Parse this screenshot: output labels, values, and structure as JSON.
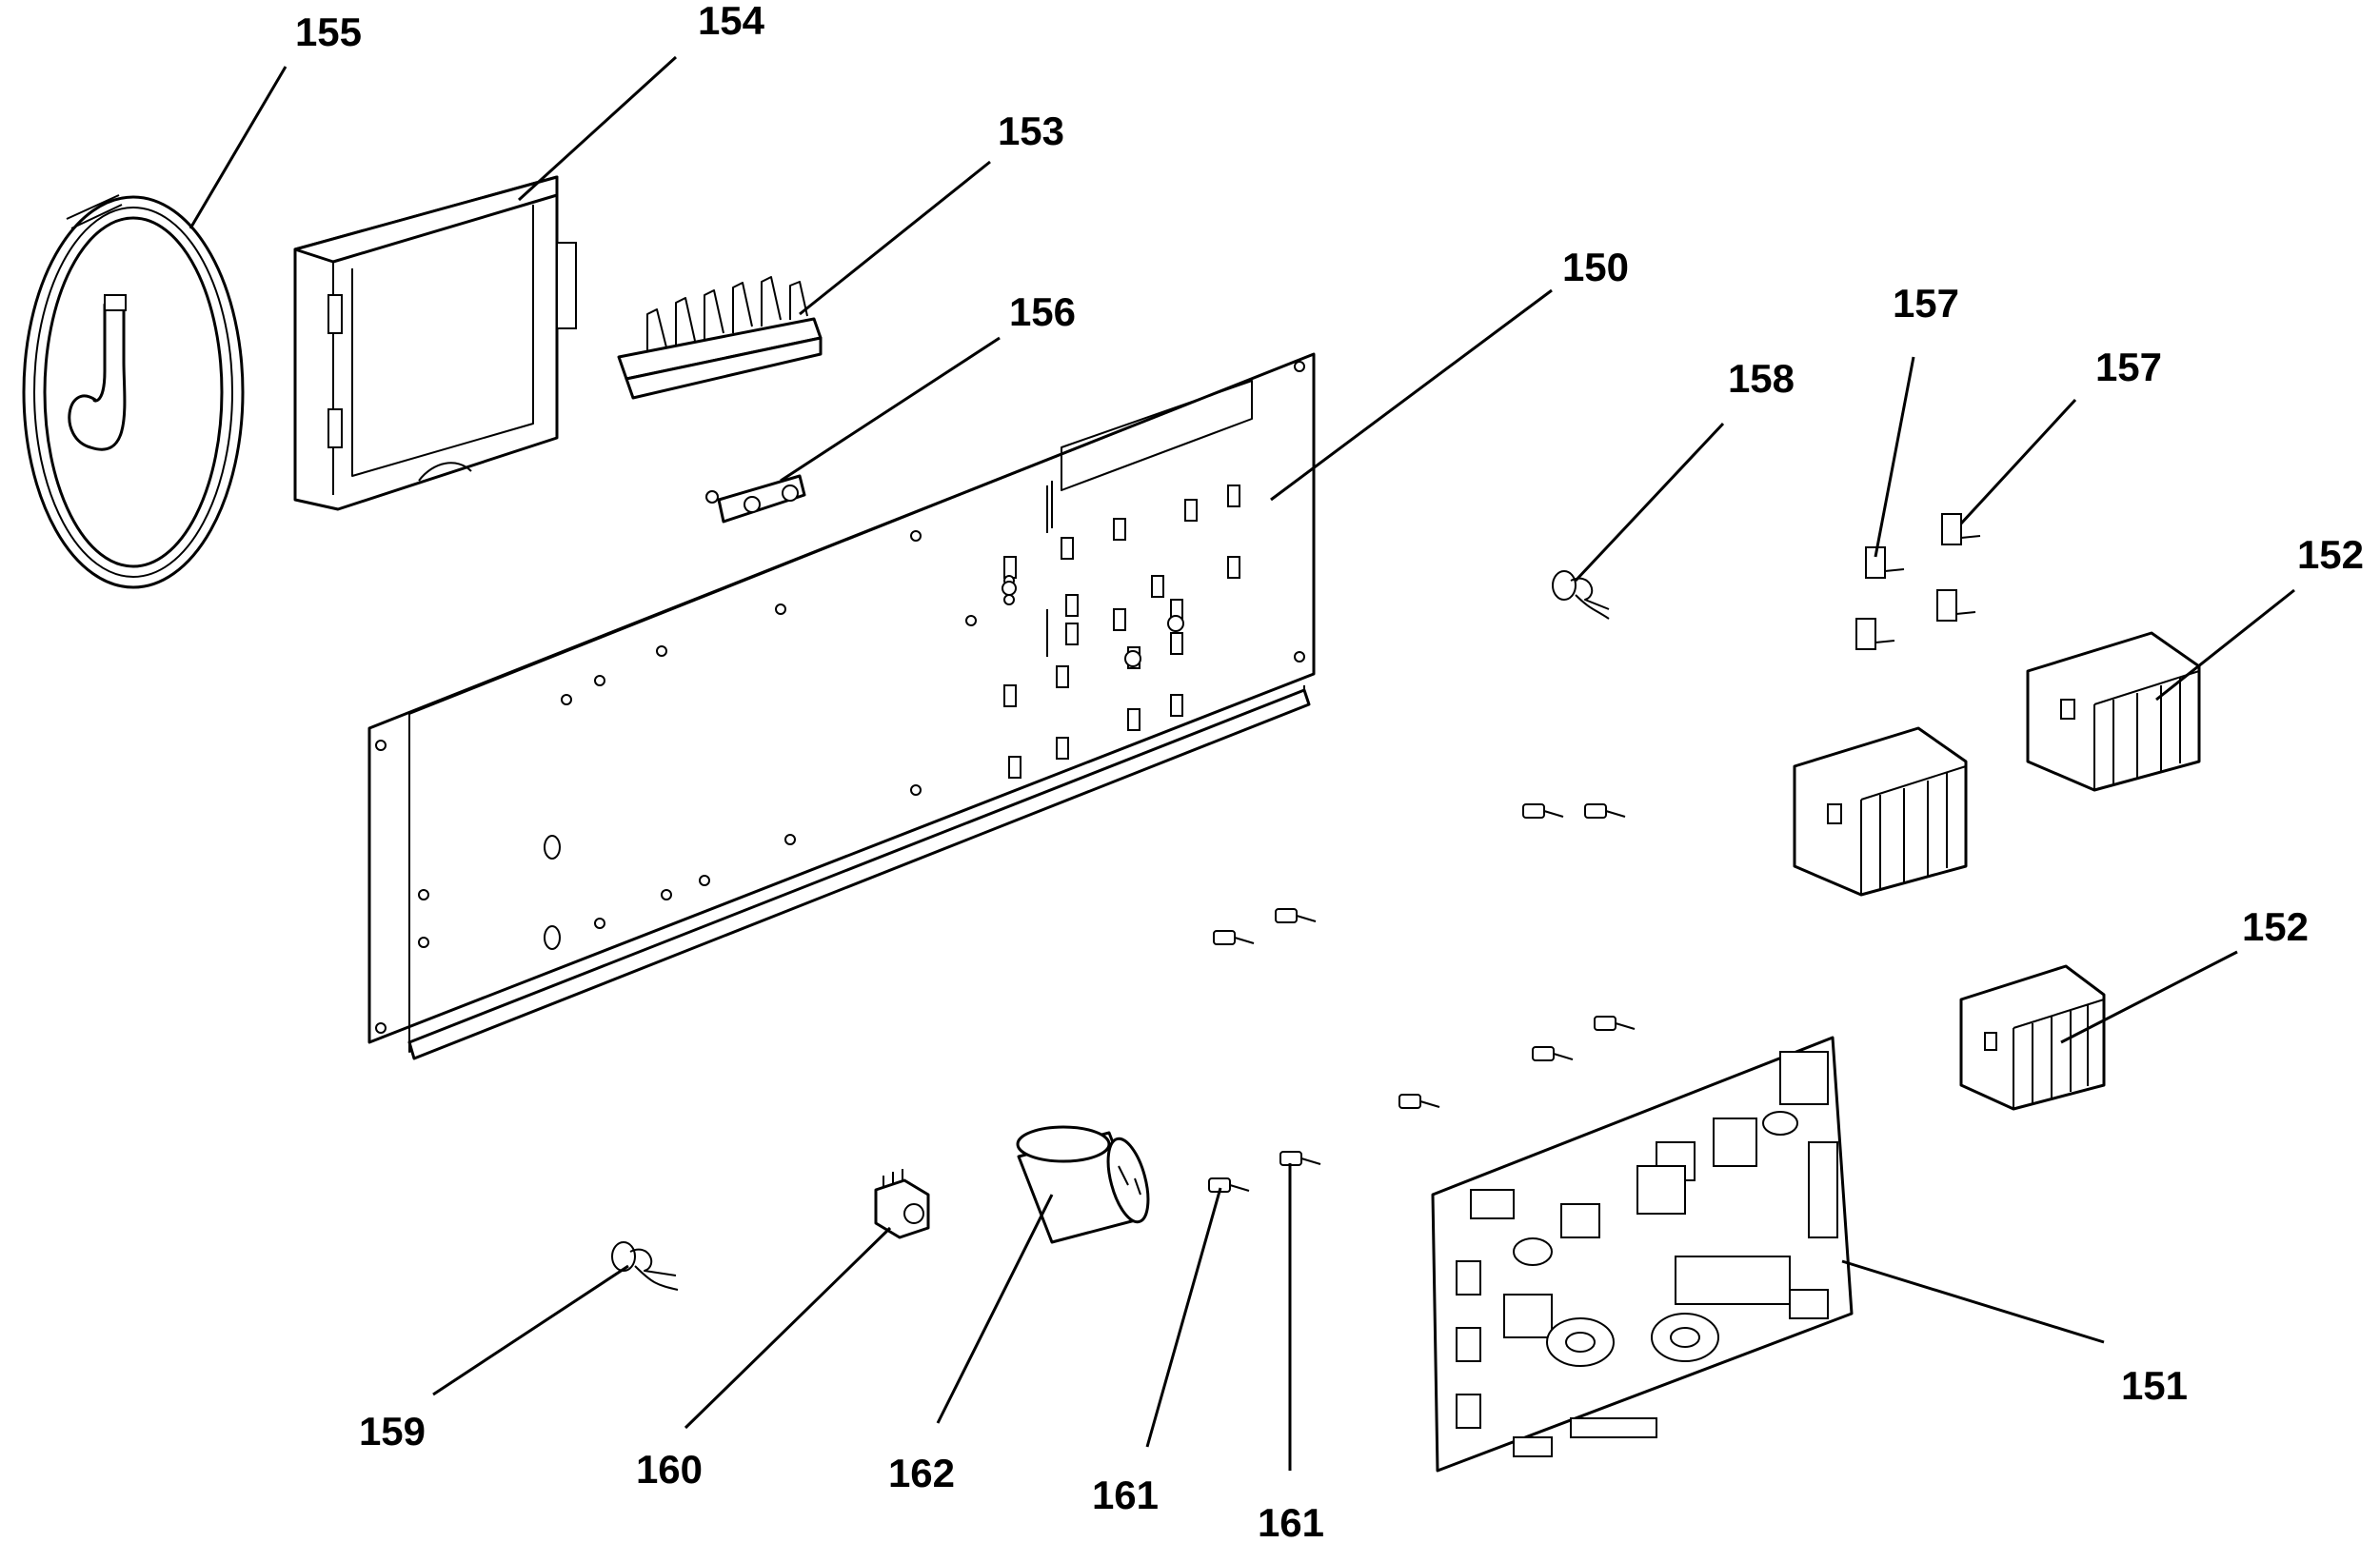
{
  "labels": {
    "l150": "150",
    "l151": "151",
    "l152a": "152",
    "l152b": "152",
    "l153": "153",
    "l154": "154",
    "l155": "155",
    "l156": "156",
    "l157a": "157",
    "l157b": "157",
    "l158": "158",
    "l159": "159",
    "l160": "160",
    "l161a": "161",
    "l161b": "161",
    "l162": "162"
  }
}
